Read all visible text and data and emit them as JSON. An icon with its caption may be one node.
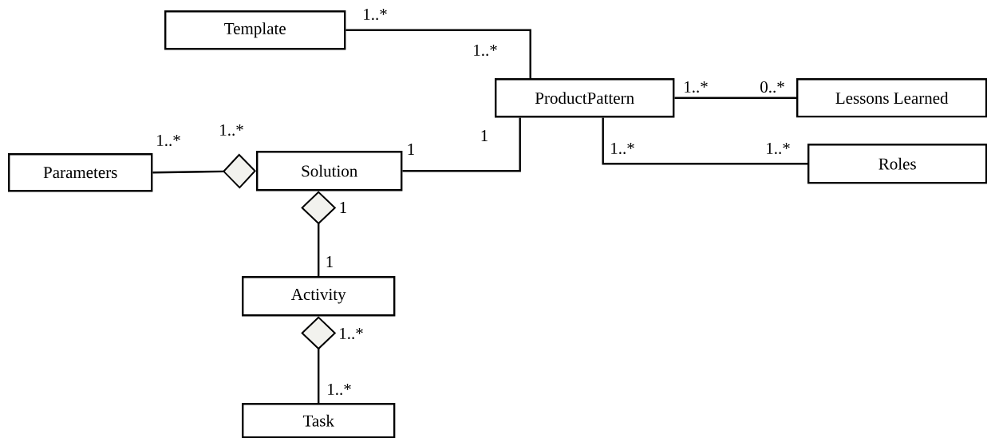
{
  "diagram": {
    "nodes": [
      {
        "text": [
          "Template"
        ]
      },
      {
        "text": [
          "ProductPattern"
        ]
      },
      {
        "text": [
          "Lessons Learned"
        ]
      },
      {
        "text": [
          "Parameters"
        ]
      },
      {
        "text": [
          "Solution"
        ]
      },
      {
        "text": [
          "Roles"
        ]
      },
      {
        "text": [
          "Activity"
        ]
      },
      {
        "text": [
          "Task"
        ]
      }
    ],
    "edges": [
      {
        "from": 0,
        "to": 1,
        "arrow": "none"
      },
      {
        "from": 1,
        "to": 2,
        "arrow": "none"
      },
      {
        "from": 1,
        "to": 5,
        "arrow": "none"
      },
      {
        "from": 4,
        "to": 1,
        "arrow": "none"
      },
      {
        "from": 4,
        "to": 3,
        "arrow": "other"
      },
      {
        "from": 4,
        "to": 6,
        "arrow": "other"
      },
      {
        "from": 6,
        "to": 7,
        "arrow": "other"
      }
    ],
    "labels": [
      "1..*",
      "1..*",
      "1..*",
      "0..*",
      "1..*",
      "1",
      "1..*",
      "1",
      "1..*",
      "1..*",
      "1",
      "1",
      "1..*",
      "1..*"
    ]
  }
}
